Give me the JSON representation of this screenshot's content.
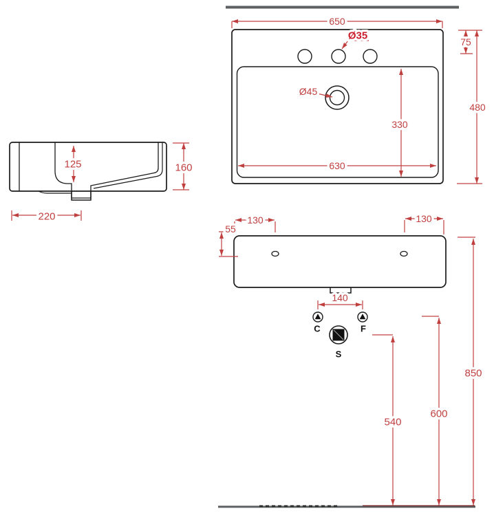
{
  "drawing": {
    "type": "technical-drawing",
    "subject": "wall-hung rectangular washbasin: top view, side section and front installation view",
    "colors": {
      "outline": "#1a1a1a",
      "dimension": "#c04040",
      "accent": "#cc1f2d",
      "structure": "#5c6062",
      "background": "#ffffff"
    },
    "top_view": {
      "overall_width": "650",
      "overall_depth": "480",
      "tap_ledge_depth": "75",
      "tap_hole_diameter": "Ø35",
      "drain_diameter": "Ø45",
      "basin_width": "630",
      "basin_depth": "330"
    },
    "side_view": {
      "inner_depth": "125",
      "height": "160",
      "drain_setback": "220"
    },
    "front_view": {
      "left_hole_offset": "130",
      "right_hole_offset": "130",
      "hole_drop": "55",
      "supply_spacing": "140",
      "cold_label": "C",
      "hot_label": "F",
      "waste_label": "S",
      "waste_height": "540",
      "supply_height": "600",
      "rim_height": "850"
    }
  }
}
